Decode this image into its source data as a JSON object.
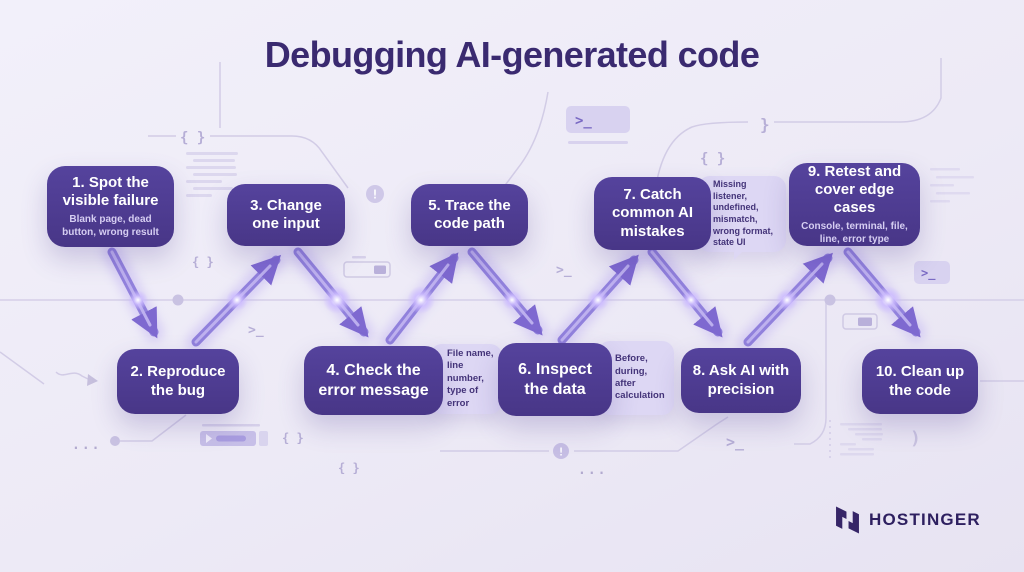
{
  "title": "Debugging AI-generated code",
  "steps": [
    {
      "label": "1. Spot the visible failure",
      "sub": "Blank page, dead button, wrong result"
    },
    {
      "label": "2. Reproduce the bug"
    },
    {
      "label": "3. Change one input"
    },
    {
      "label": "4. Check the error message",
      "note": "File name, line number, type of error"
    },
    {
      "label": "5. Trace the code path"
    },
    {
      "label": "6. Inspect the data",
      "note": "Before, during, after calculation"
    },
    {
      "label": "7. Catch common AI mistakes",
      "note": "Missing listener, undefined, mismatch, wrong format, state UI"
    },
    {
      "label": "8. Ask AI with precision"
    },
    {
      "label": "9. Retest and cover edge cases",
      "sub": "Console, terminal, file, line, error type"
    },
    {
      "label": "10. Clean up the code"
    }
  ],
  "decorations": {
    "braces": "{ }",
    "close_brace": "}",
    "close_paren": ")",
    "terminal_prompt": ">_",
    "exclamation": "!",
    "ellipsis": "..."
  },
  "logo": {
    "text": "HOSTINGER"
  },
  "colors": {
    "background": "#edeaf6",
    "step_box": "#4c3b90",
    "step_text": "#ffffff",
    "note_bg": "#ddd7f4",
    "note_text": "#443479",
    "arrow": "#8a77d6",
    "title_text": "#3a2a70",
    "logo": "#2e2060",
    "decoration": "#c9c2e0"
  }
}
